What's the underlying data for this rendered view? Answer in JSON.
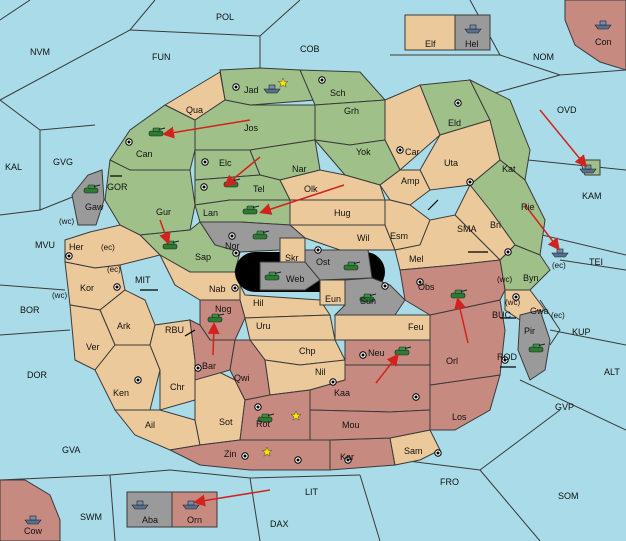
{
  "colors": {
    "sea": "#a9dce8",
    "neutral": "#ecc99a",
    "green_power": "#9fc088",
    "red_power": "#c78a80",
    "grey_power": "#9a9a9a",
    "dark": "#000000"
  },
  "units_legend": {
    "army": "army-icon",
    "fleet": "fleet-icon",
    "supply_center": "supply-center-icon",
    "star": "star-icon"
  },
  "seas": {
    "pol": "POL",
    "nvm": "NVM",
    "fun": "FUN",
    "cob": "COB",
    "nom": "NOM",
    "ovd": "OVD",
    "kal": "KAL",
    "gvg": "GVG",
    "mvu": "MVU",
    "bor": "BOR",
    "dor": "DOR",
    "gva": "GVA",
    "swm": "SWM",
    "lit": "LIT",
    "dax": "DAX",
    "fro": "FRO",
    "som": "SOM",
    "gvp": "GVP",
    "alt": "ALT",
    "kup": "KUP",
    "tei": "TEI",
    "kam": "KAM",
    "sma": "SMA",
    "mit": "MIT",
    "rbu": "RBU",
    "buc": "BUC",
    "rod": "ROD",
    "gor": "GOR"
  },
  "provinces": {
    "jad": "Jad",
    "sch": "Sch",
    "qua": "Qua",
    "jos": "Jos",
    "can": "Can",
    "grh": "Grh",
    "elc": "Elc",
    "nar": "Nar",
    "yok": "Yok",
    "car": "Car",
    "eld": "Eld",
    "uta": "Uta",
    "kat": "Kat",
    "tel": "Tel",
    "olk": "Olk",
    "amp": "Amp",
    "gur": "Gur",
    "lan": "Lan",
    "hug": "Hug",
    "rie": "Rie",
    "bri": "Bri",
    "wil": "Wil",
    "esm": "Esm",
    "nor": "Nor",
    "skr": "Skr",
    "ost": "Ost",
    "web": "Web",
    "sap": "Sap",
    "mel": "Mel",
    "byn": "Byn",
    "her": "Her",
    "gaw": "Gaw",
    "kor": "Kor",
    "nab": "Nab",
    "eun": "Eun",
    "sun": "Sun",
    "obs": "Obs",
    "hil": "Hil",
    "nog": "Nog",
    "ark": "Ark",
    "uru": "Uru",
    "feu": "Feu",
    "gwa": "Gwa",
    "pir": "Pir",
    "ver": "Ver",
    "chp": "Chp",
    "neu": "Neu",
    "bar": "Bar",
    "qwi": "Qwi",
    "nil": "Nil",
    "orl": "Orl",
    "ken": "Ken",
    "chr": "Chr",
    "kaa": "Kaa",
    "ail": "Ail",
    "sot": "Sot",
    "rot": "Rot",
    "mou": "Mou",
    "los": "Los",
    "zin": "Zin",
    "kar": "Kar",
    "sam": "Sam",
    "elf": "Elf",
    "hel": "Hel",
    "con": "Con",
    "cow": "Cow",
    "aba": "Aba",
    "orn": "Orn"
  },
  "coast_labels": {
    "wc": "(wc)",
    "ec": "(ec)"
  }
}
